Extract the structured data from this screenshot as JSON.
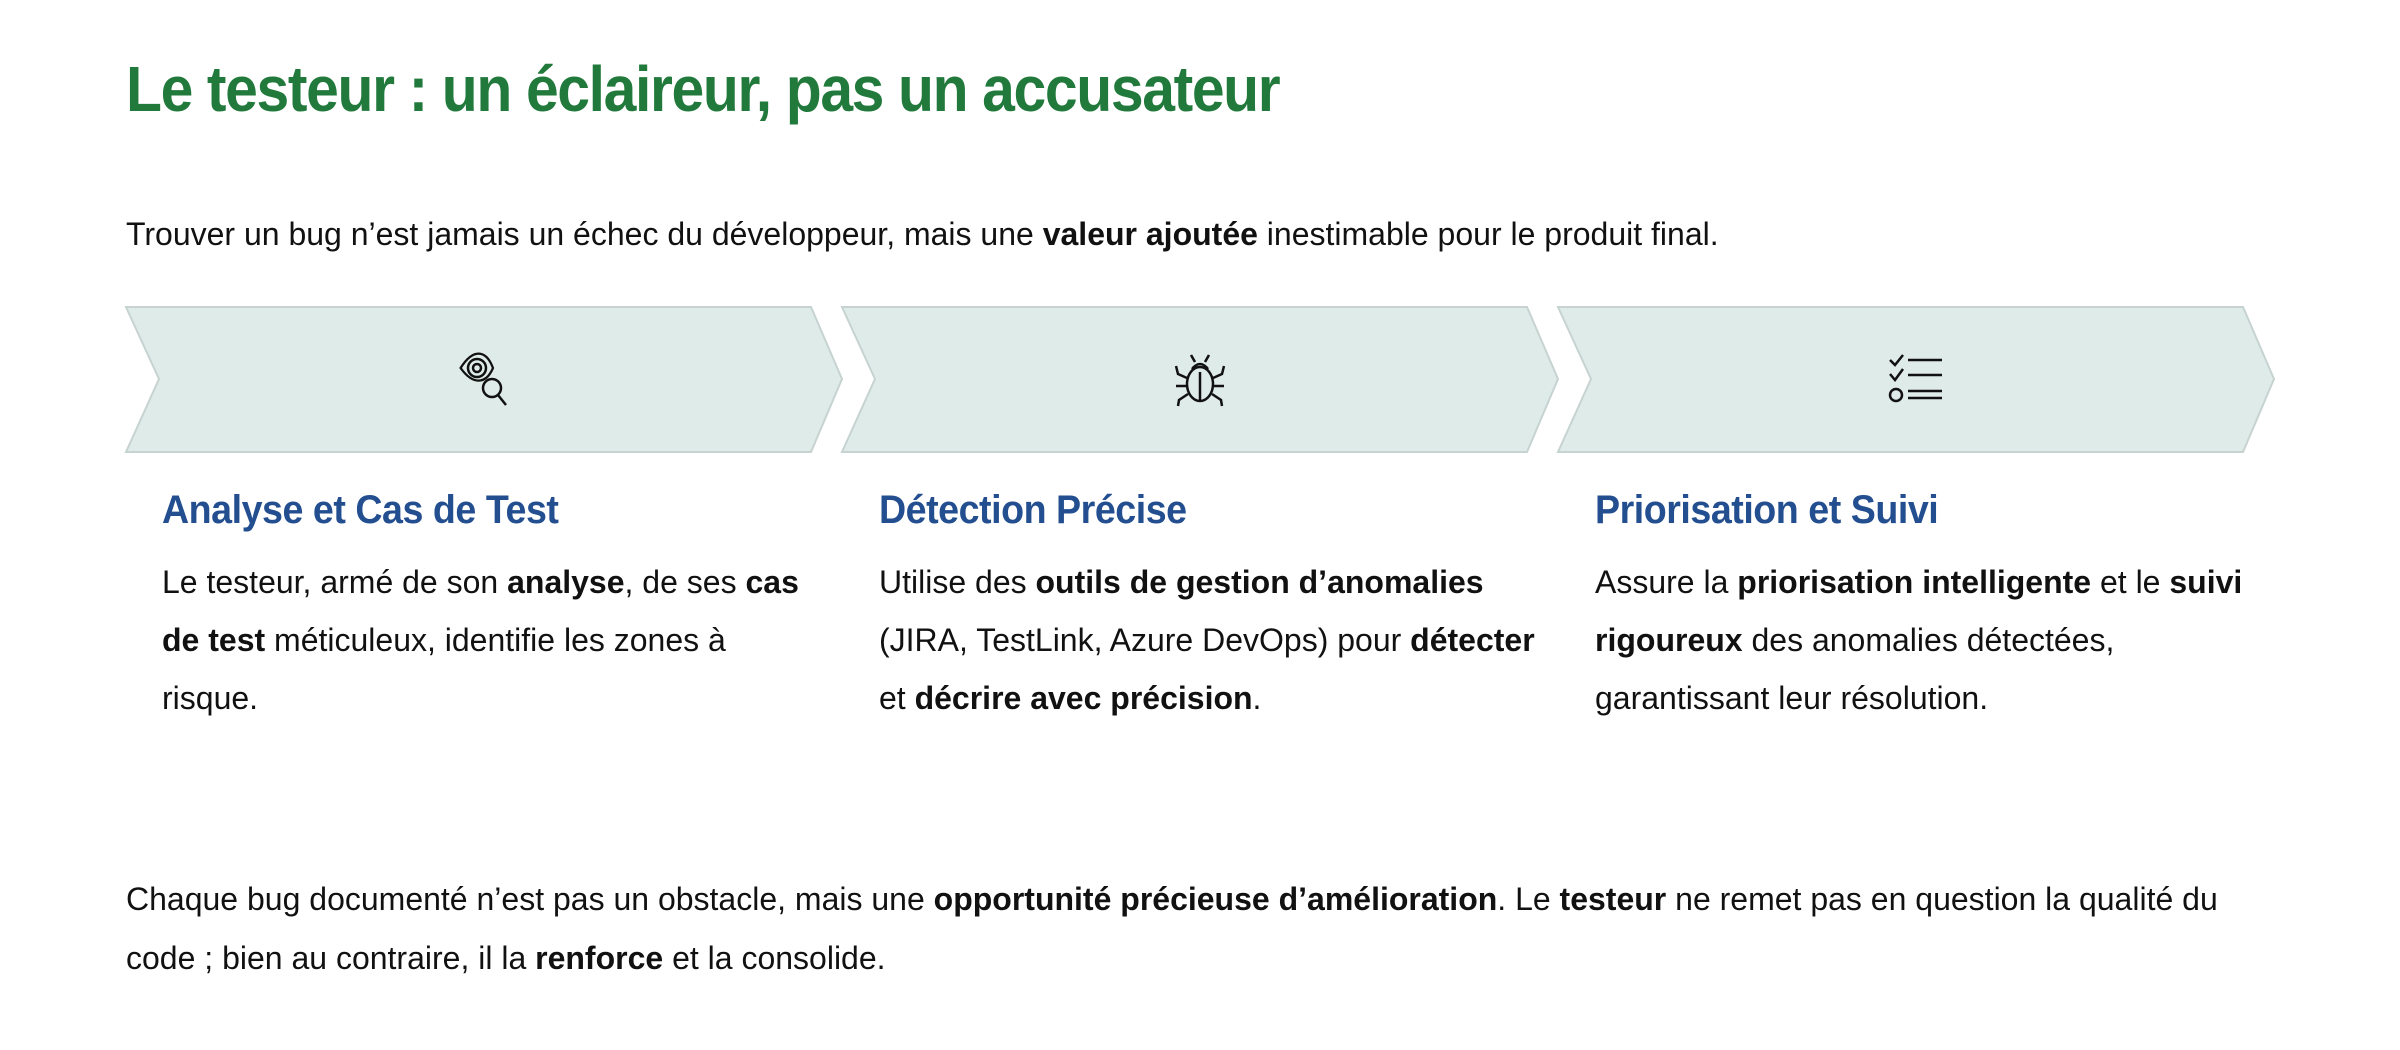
{
  "title": "Le testeur : un éclaireur, pas un accusateur",
  "intro": [
    {
      "t": "Trouver un bug n’est jamais un échec du développeur, mais une "
    },
    {
      "t": "valeur ajoutée",
      "b": true
    },
    {
      "t": " inestimable pour le produit final."
    }
  ],
  "colors": {
    "title": "#217a3c",
    "heading": "#234e8f",
    "chevron_fill": "#dfebe8",
    "chevron_stroke": "#c6d3d0"
  },
  "steps": [
    {
      "icon": "eye-magnifier-icon",
      "heading": "Analyse et Cas de Test",
      "body": [
        {
          "t": "Le testeur, armé de son "
        },
        {
          "t": "analyse",
          "b": true
        },
        {
          "t": ", de ses "
        },
        {
          "t": "cas de test",
          "b": true
        },
        {
          "t": " méticuleux, identifie les zones à risque."
        }
      ]
    },
    {
      "icon": "bug-icon",
      "heading": "Détection Précise",
      "body": [
        {
          "t": "Utilise des "
        },
        {
          "t": "outils de gestion d’anomalies",
          "b": true
        },
        {
          "t": " (JIRA, TestLink, Azure DevOps) pour "
        },
        {
          "t": "détecter",
          "b": true
        },
        {
          "t": " et "
        },
        {
          "t": "décrire avec précision",
          "b": true
        },
        {
          "t": "."
        }
      ]
    },
    {
      "icon": "checklist-icon",
      "heading": "Priorisation et Suivi",
      "body": [
        {
          "t": "Assure la "
        },
        {
          "t": "priorisation intelligente",
          "b": true
        },
        {
          "t": " et le "
        },
        {
          "t": "suivi rigoureux",
          "b": true
        },
        {
          "t": " des anomalies détectées, garantissant leur résolution."
        }
      ]
    }
  ],
  "footer": [
    {
      "t": "Chaque bug documenté n’est pas un obstacle, mais une "
    },
    {
      "t": "opportunité précieuse d’amélioration",
      "b": true
    },
    {
      "t": ". Le "
    },
    {
      "t": "testeur",
      "b": true
    },
    {
      "t": " ne remet pas en question la qualité du code ; bien au contraire, il la "
    },
    {
      "t": "renforce",
      "b": true
    },
    {
      "t": " et la consolide."
    }
  ]
}
